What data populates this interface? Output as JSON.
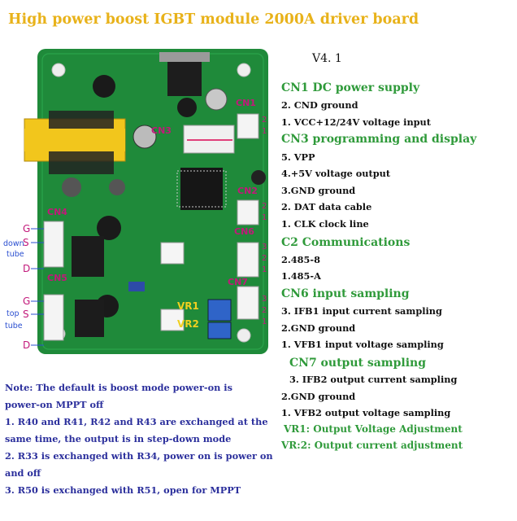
{
  "title": "High power boost IGBT module 2000A driver board",
  "version": "V4. 1",
  "board": {
    "cn1": "CN1",
    "cn2": "CN2",
    "cn3": "CN3",
    "cn4": "CN4",
    "cn5": "CN5",
    "cn6": "CN6",
    "cn7": "CN7",
    "vr1": "VR1",
    "vr2": "VR2",
    "pin_g": "G",
    "pin_s": "S",
    "pin_d": "D",
    "down_tube": "down\ntube",
    "down_word": "down",
    "tube_word": "tube",
    "top_word": "top",
    "n1": "1",
    "n2": "2",
    "n3": "3"
  },
  "right": [
    {
      "text": "CN1 DC power supply",
      "style": "g"
    },
    {
      "text": "2. CND ground",
      "style": "r"
    },
    {
      "text": "1. VCC+12/24V voltage input",
      "style": "r"
    },
    {
      "text": "CN3 programming and display",
      "style": "g"
    },
    {
      "text": "5. VPP",
      "style": "r"
    },
    {
      "text": "4.+5V voltage output",
      "style": "r"
    },
    {
      "text": "3.GND ground",
      "style": "r"
    },
    {
      "text": "2. DAT data cable",
      "style": "r"
    },
    {
      "text": "1. CLK clock line",
      "style": "r"
    },
    {
      "text": "C2 Communications",
      "style": "g"
    },
    {
      "text": "2.485-8",
      "style": "r"
    },
    {
      "text": "1.485-A",
      "style": "r"
    },
    {
      "text": "CN6 input sampling",
      "style": "g"
    },
    {
      "text": "3. IFB1 input current sampling",
      "style": "r"
    },
    {
      "text": "2.GND ground",
      "style": "r"
    },
    {
      "text": "1. VFB1 input voltage sampling",
      "style": "r"
    },
    {
      "text": "CN7 output sampling",
      "style": "g"
    },
    {
      "text": "3. IFB2 output current sampling",
      "style": "r"
    },
    {
      "text": "2.GND ground",
      "style": "r"
    },
    {
      "text": "1. VFB2 output voltage sampling",
      "style": "r"
    },
    {
      "text": "VR1: Output Voltage Adjustment",
      "style": "gs"
    },
    {
      "text": "VR:2: Output current adjustment",
      "style": "gs"
    }
  ],
  "note": [
    "Note: The default is boost mode power-on is",
    "power-on MPPT off",
    "1. R40 and R41, R42 and R43 are exchanged at the",
    "same time, the output is in step-down mode",
    "2. R33 is exchanged with R34, power on is power on",
    "and off",
    "3. R50 is exchanged with R51, open for MPPT"
  ],
  "colors": {
    "title": "#e8b21a",
    "section": "#2f9a3a",
    "note": "#2b2f9c",
    "pin": "#cc1a8a",
    "board": "#1f8a3a"
  }
}
